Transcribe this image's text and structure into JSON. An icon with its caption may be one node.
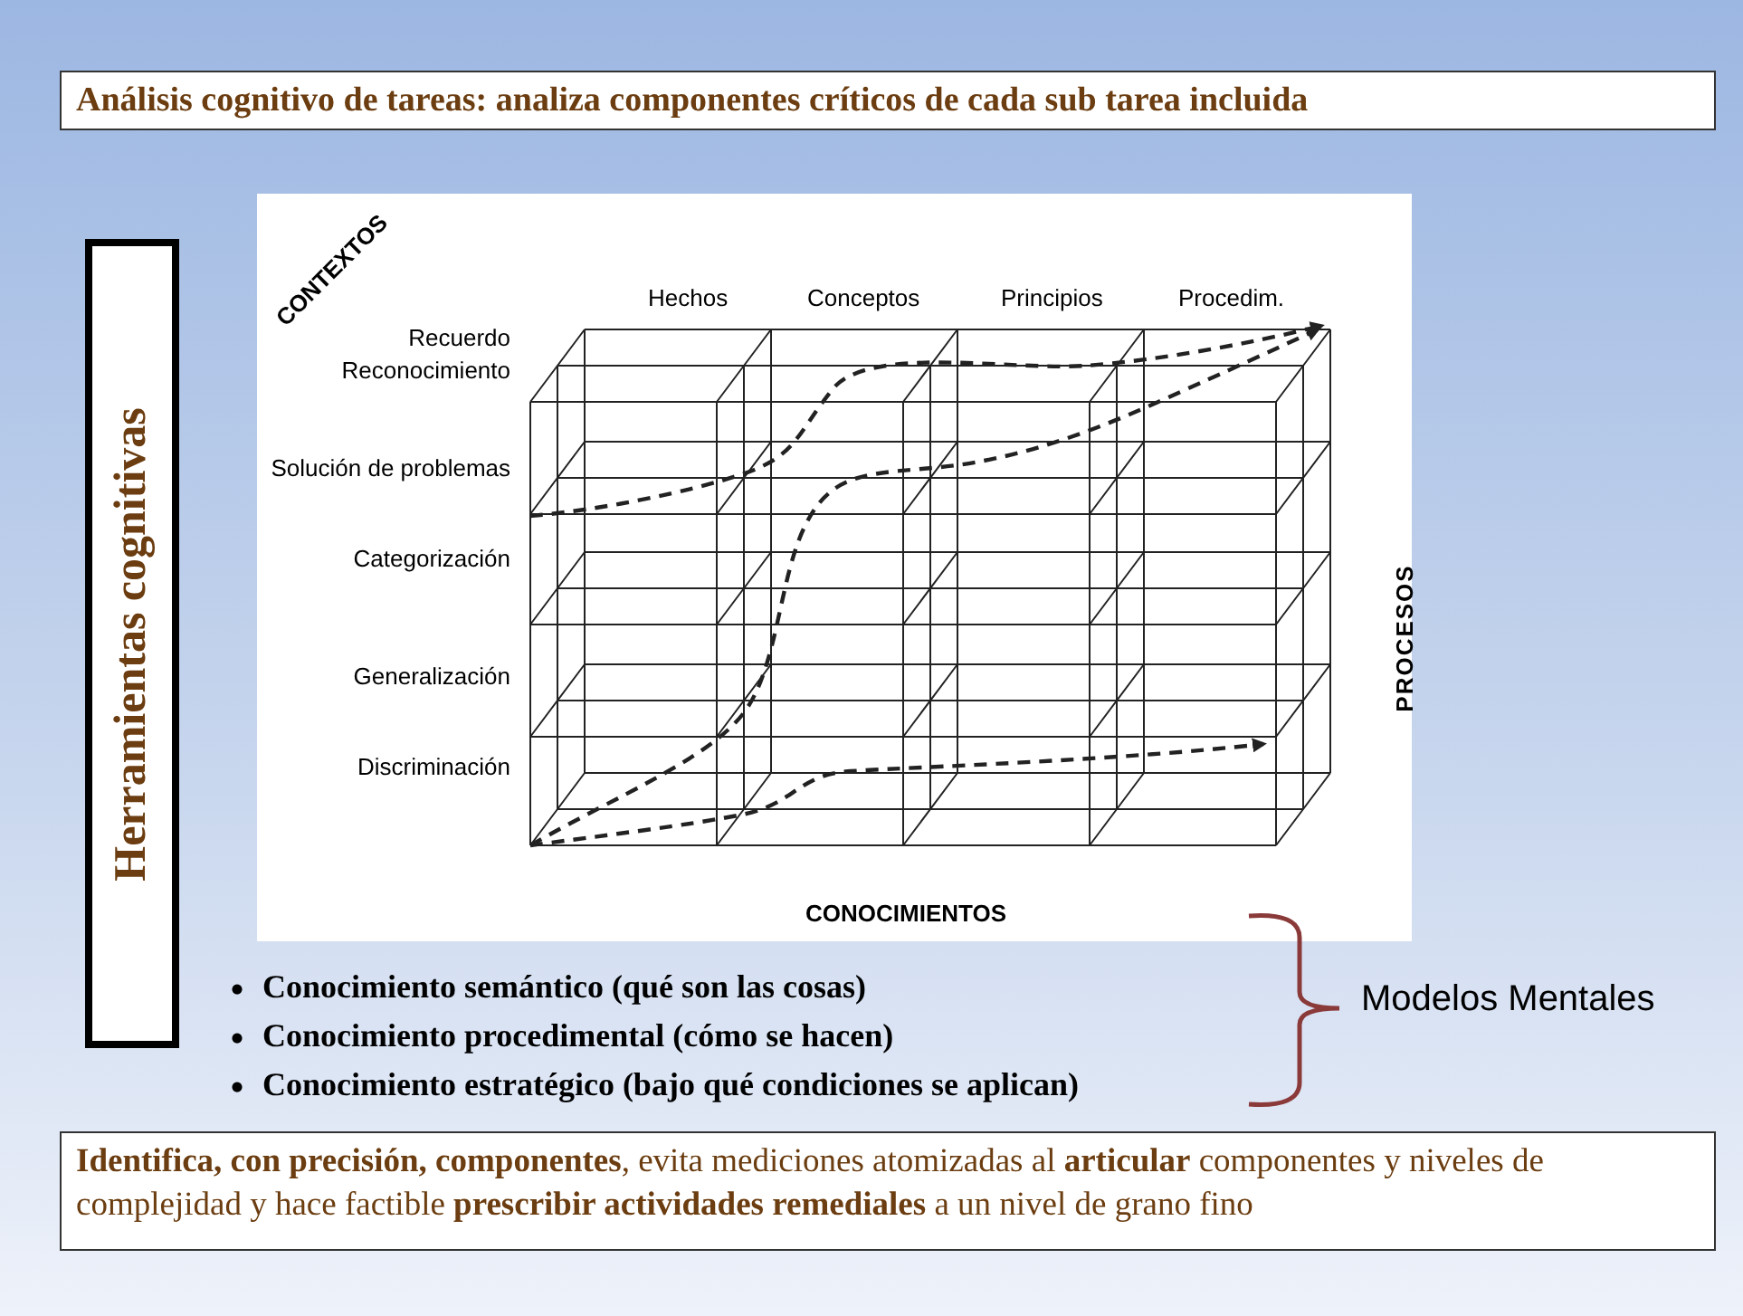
{
  "diagram": {
    "nodes": [
      {
        "text": [
          "**Análisis cognitivo de tareas**: analiza componentes críticos de cada sub tarea incluida"
        ]
      },
      {
        "text": [
          "Herramientas cognitivas"
        ]
      },
      {
        "text": [
          "**Identifica, con precisión, componentes**, evita mediciones atomizadas al **articular** componentes y niveles de complejidad y hace factible **prescribir actividades remediales** a un nivel de grano fino"
        ]
      }
    ],
    "edges": [],
    "labels": [
      "CONTEXTOS",
      "Hechos",
      "Conceptos",
      "Principios",
      "Procedim.",
      "Recuerdo",
      "Reconocimiento",
      "Solución de problemas",
      "Categorización",
      "Generalización",
      "Discriminación",
      "PROCESOS",
      "CONOCIMIENTOS",
      "Conocimiento semántico (qué son las cosas)",
      "Conocimiento procedimental (cómo se hacen)",
      "Conocimiento estratégico (bajo qué condiciones se aplican)",
      "Modelos Mentales"
    ]
  }
}
